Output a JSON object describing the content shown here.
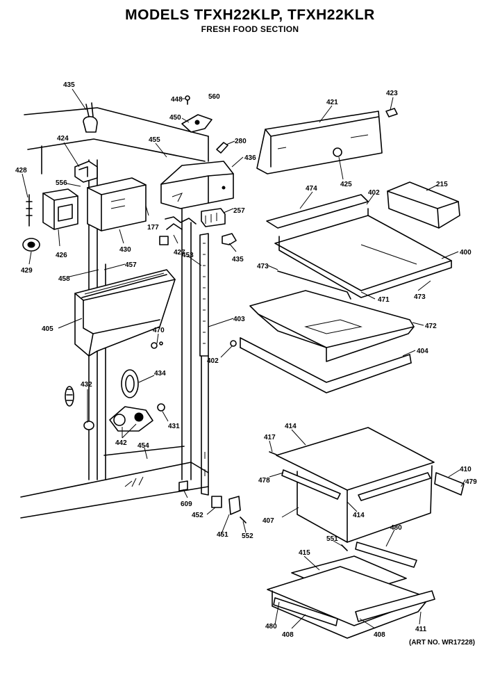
{
  "header": {
    "title": "MODELS TFXH22KLP, TFXH22KLR",
    "subtitle": "FRESH FOOD SECTION"
  },
  "art_number": "(ART NO. WR17228)",
  "callouts": {
    "p435a": "435",
    "p448": "448",
    "p560": "560",
    "p450": "450",
    "p421": "421",
    "p423": "423",
    "p424": "424",
    "p455": "455",
    "p280": "280",
    "p436": "436",
    "p428": "428",
    "p556": "556",
    "p257": "257",
    "p177": "177",
    "p474": "474",
    "p402a": "402",
    "p215": "215",
    "p425": "425",
    "p426": "426",
    "p430": "430",
    "p427": "427",
    "p435b": "435",
    "p453": "453",
    "p429": "429",
    "p457": "457",
    "p458": "458",
    "p400": "400",
    "p473a": "473",
    "p473b": "473",
    "p471": "471",
    "p472": "472",
    "p405": "405",
    "p470": "470",
    "p403": "403",
    "p402b": "402",
    "p404": "404",
    "p434": "434",
    "p432": "432",
    "p431": "431",
    "p442": "442",
    "p454": "454",
    "p414a": "414",
    "p417": "417",
    "p410": "410",
    "p478": "478",
    "p479": "479",
    "p609": "609",
    "p452": "452",
    "p407": "407",
    "p414b": "414",
    "p451": "451",
    "p552": "552",
    "p551": "551",
    "p480a": "480",
    "p415": "415",
    "p480b": "480",
    "p408a": "408",
    "p408b": "408",
    "p411": "411"
  }
}
